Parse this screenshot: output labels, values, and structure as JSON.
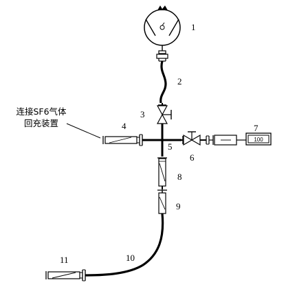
{
  "labels": {
    "l1": "1",
    "l2": "2",
    "l3": "3",
    "l4": "4",
    "l5": "5",
    "l6": "6",
    "l7": "7",
    "l8": "8",
    "l9": "9",
    "l10": "10",
    "l11": "11"
  },
  "note": {
    "line1": "连接SF6气体",
    "line2": "回充装置"
  },
  "meter": {
    "display_value": "100"
  }
}
